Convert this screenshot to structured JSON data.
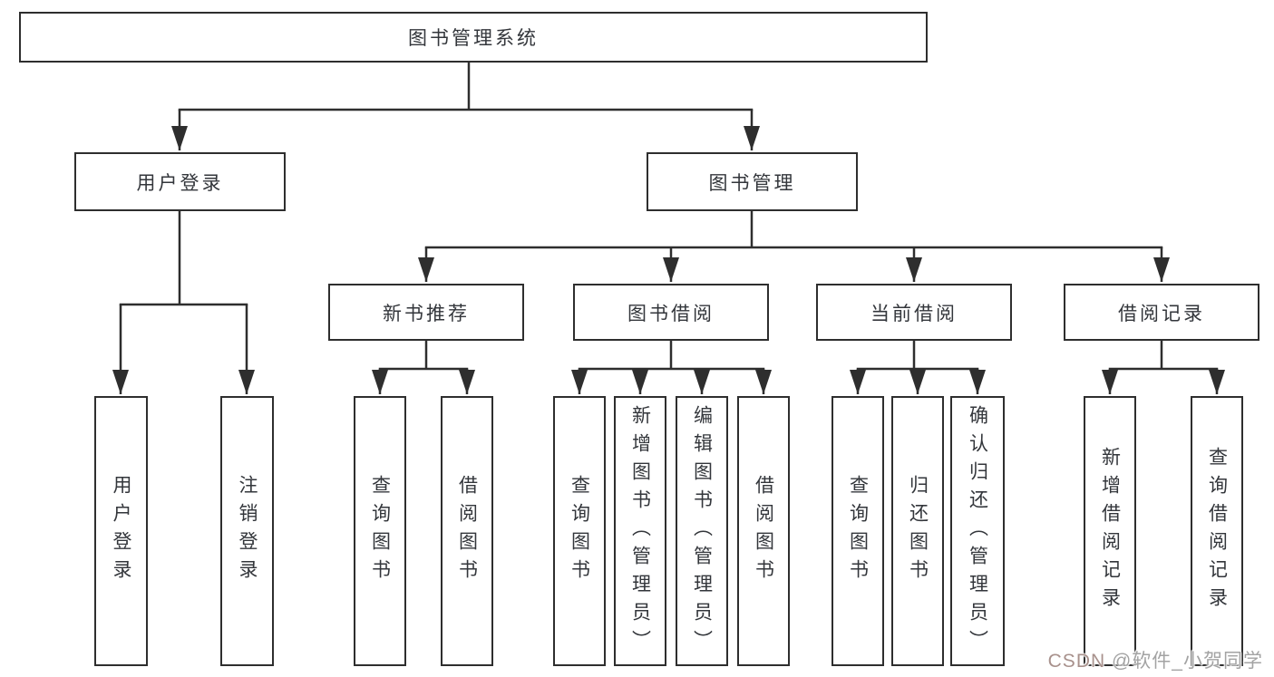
{
  "tree": {
    "root": "图书管理系统",
    "children": [
      {
        "label": "用户登录",
        "children": [
          "用户登录",
          "注销登录"
        ]
      },
      {
        "label": "图书管理",
        "children": [
          {
            "label": "新书推荐",
            "children": [
              "查询图书",
              "借阅图书"
            ]
          },
          {
            "label": "图书借阅",
            "children": [
              "查询图书",
              "新增图书（管理员）",
              "编辑图书（管理员）",
              "借阅图书"
            ]
          },
          {
            "label": "当前借阅",
            "children": [
              "查询图书",
              "归还图书",
              "确认归还（管理员）"
            ]
          },
          {
            "label": "借阅记录",
            "children": [
              "新增借阅记录",
              "查询借阅记录"
            ]
          }
        ]
      }
    ]
  },
  "watermark": {
    "brand": "CSDN",
    "author": " @软件_小贺同学"
  },
  "colors": {
    "line": "#2e2e2e",
    "text": "#33363b",
    "watermark": "#a3a3a3",
    "background": "#ffffff"
  }
}
